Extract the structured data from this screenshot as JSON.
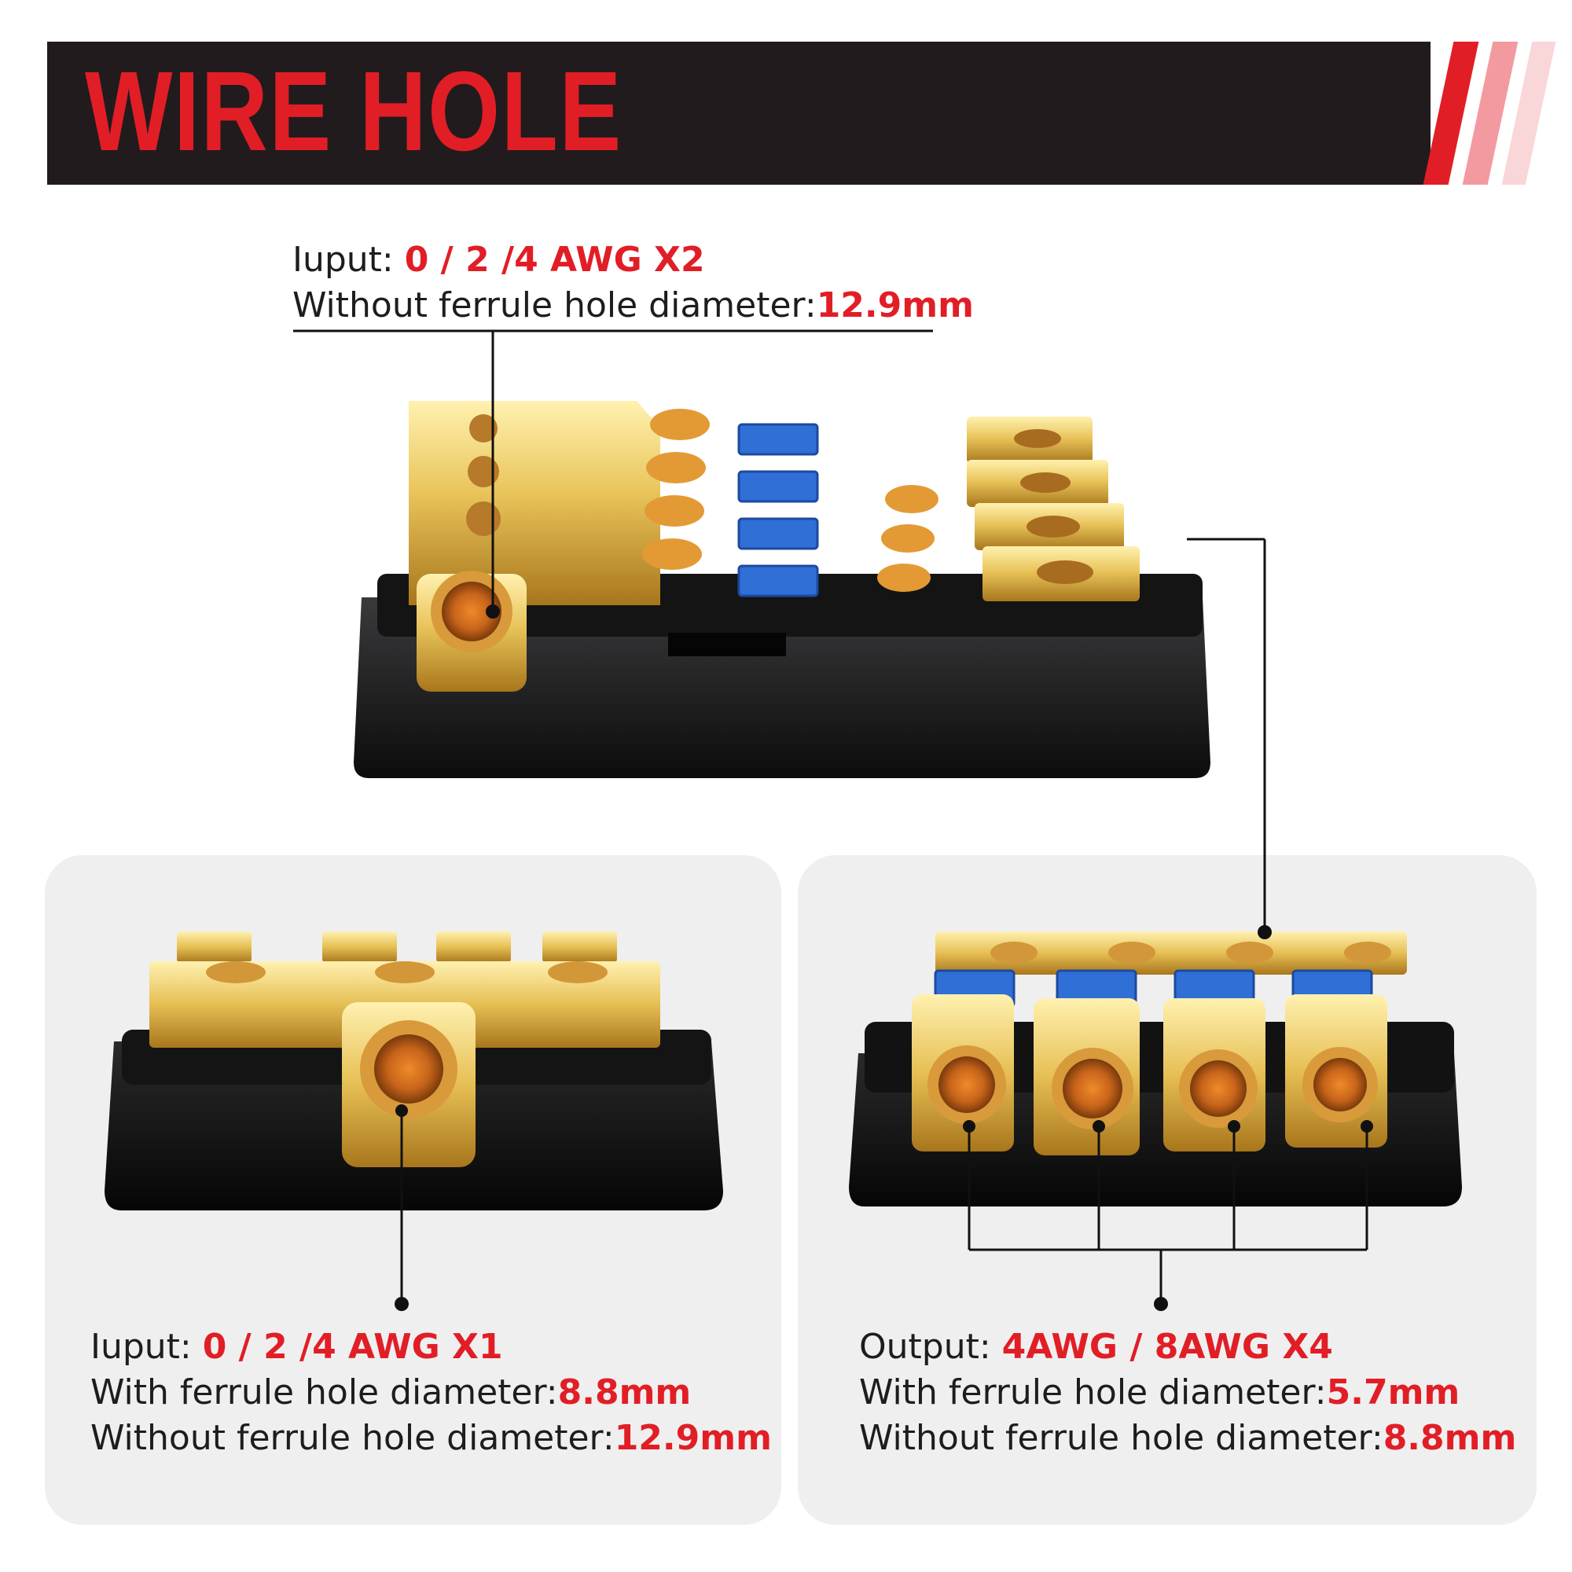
{
  "banner": {
    "title": "WIRE HOLE"
  },
  "colors": {
    "accent": "#e11e26",
    "dark": "#221b1d",
    "panel": "#efefef",
    "gold": "#e2b34d",
    "fuse_blue": "#2f6fd6"
  },
  "top_spec": {
    "line1_label": "Iuput: ",
    "line1_value": "0 / 2 /4 AWG X2",
    "line2_label": "Without ferrule hole diameter:",
    "line2_value": "12.9mm"
  },
  "left_spec": {
    "line1_label": "Iuput: ",
    "line1_value": "0 / 2 /4 AWG X1",
    "line2_label": "With ferrule hole diameter:",
    "line2_value": "8.8mm",
    "line3_label": "Without ferrule hole diameter:",
    "line3_value": "12.9mm"
  },
  "right_spec": {
    "line1_label": "Output: ",
    "line1_value": "4AWG / 8AWG X4",
    "line2_label": "With ferrule hole diameter:",
    "line2_value": "5.7mm",
    "line3_label": "Without ferrule hole diameter:",
    "line3_value": "8.8mm"
  }
}
